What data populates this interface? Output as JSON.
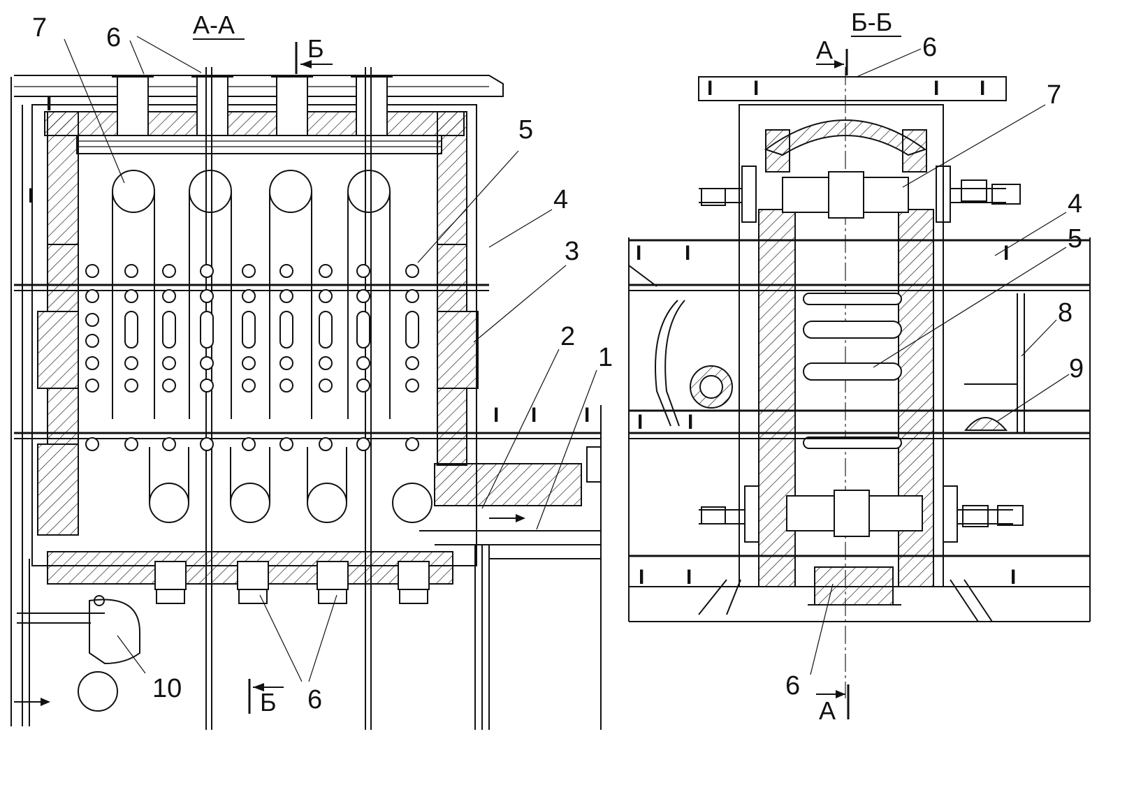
{
  "section_aa": {
    "title": "А-А",
    "cut_mark_top": "Б",
    "cut_mark_bottom": "Б",
    "callouts": [
      "7",
      "6",
      "5",
      "4",
      "3",
      "2",
      "1",
      "10",
      "6"
    ]
  },
  "section_bb": {
    "title": "Б-Б",
    "cut_mark_top": "А",
    "cut_mark_bottom": "А",
    "callouts": [
      "6",
      "7",
      "4",
      "5",
      "8",
      "9",
      "6"
    ]
  },
  "ibeam_symbol": "I"
}
